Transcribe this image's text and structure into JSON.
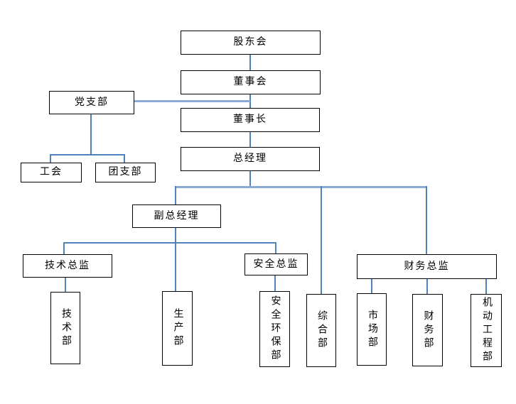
{
  "diagram": {
    "type": "org-chart",
    "background_color": "#ffffff",
    "box_border_color": "#000000",
    "connector_color": "#4f81bd"
  },
  "nodes": {
    "shareholders": "股东会",
    "board_of_directors": "董事会",
    "party_branch": "党支部",
    "chairman": "董事长",
    "general_manager": "总经理",
    "labor_union": "工会",
    "youth_league_branch": "团支部",
    "deputy_general_manager": "副总经理",
    "technical_director": "技术总监",
    "safety_director": "安全总监",
    "finance_director": "财务总监",
    "technical_dept": "技术部",
    "production_dept": "生产部",
    "safety_env_dept": "安全环保部",
    "general_affairs_dept": "综合部",
    "marketing_dept": "市场部",
    "finance_dept": "财务部",
    "mechanical_engineering_dept": "机动工程部"
  },
  "edges": [
    {
      "from": "shareholders",
      "to": "board_of_directors"
    },
    {
      "from": "board_of_directors",
      "to": "chairman"
    },
    {
      "from": "party_branch",
      "to": "chairman"
    },
    {
      "from": "party_branch",
      "to": "labor_union"
    },
    {
      "from": "party_branch",
      "to": "youth_league_branch"
    },
    {
      "from": "chairman",
      "to": "general_manager"
    },
    {
      "from": "general_manager",
      "to": "deputy_general_manager"
    },
    {
      "from": "general_manager",
      "to": "general_affairs_dept"
    },
    {
      "from": "general_manager",
      "to": "finance_director"
    },
    {
      "from": "deputy_general_manager",
      "to": "technical_director"
    },
    {
      "from": "deputy_general_manager",
      "to": "production_dept"
    },
    {
      "from": "deputy_general_manager",
      "to": "safety_director"
    },
    {
      "from": "technical_director",
      "to": "technical_dept"
    },
    {
      "from": "safety_director",
      "to": "safety_env_dept"
    },
    {
      "from": "finance_director",
      "to": "marketing_dept"
    },
    {
      "from": "finance_director",
      "to": "finance_dept"
    },
    {
      "from": "finance_director",
      "to": "mechanical_engineering_dept"
    }
  ]
}
